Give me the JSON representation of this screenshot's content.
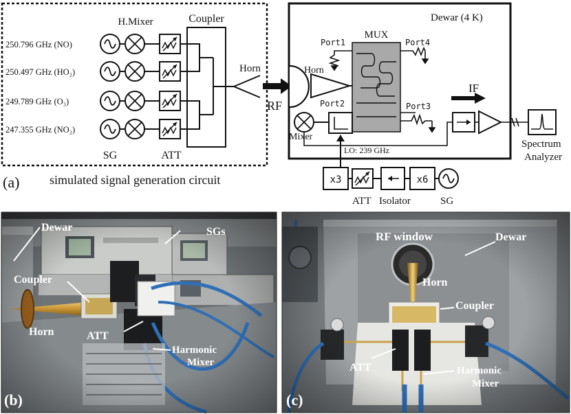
{
  "circuit": {
    "freqs": [
      "250.796 GHz (NO)",
      "250.497 GHz (HO₂)",
      "249.789 GHz (O₃)",
      "247.355 GHz (NO₂)"
    ],
    "h_mixer": "H.Mixer",
    "coupler": "Coupler",
    "horn": "Horn",
    "sg": "SG",
    "att": "ATT",
    "caption": "simulated signal generation circuit",
    "panel": "(a)"
  },
  "dewar": {
    "title": "Dewar (4 K)",
    "mux": "MUX",
    "port1": "Port1",
    "port2": "Port2",
    "port3": "Port3",
    "port4": "Port4",
    "horn": "Horn",
    "rf": "RF",
    "mixer": "Mixer",
    "lo": "LO: 239 GHz",
    "if": "IF",
    "spectrum1": "Spectrum",
    "spectrum2": "Analyzer",
    "x3": "x3",
    "x6": "x6",
    "att": "ATT",
    "isolator": "Isolator",
    "sg": "SG"
  },
  "photo_b": {
    "panel": "(b)",
    "dewar": "Dewar",
    "sgs": "SGs",
    "coupler": "Coupler",
    "horn": "Horn",
    "att": "ATT",
    "harmonic1": "Harmonic",
    "harmonic2": "Mixer"
  },
  "photo_c": {
    "panel": "(c)",
    "rf_window": "RF window",
    "dewar": "Dewar",
    "horn": "Horn",
    "coupler": "Coupler",
    "att": "ATT",
    "harmonic1": "Harmonic",
    "harmonic2": "Mixer"
  }
}
